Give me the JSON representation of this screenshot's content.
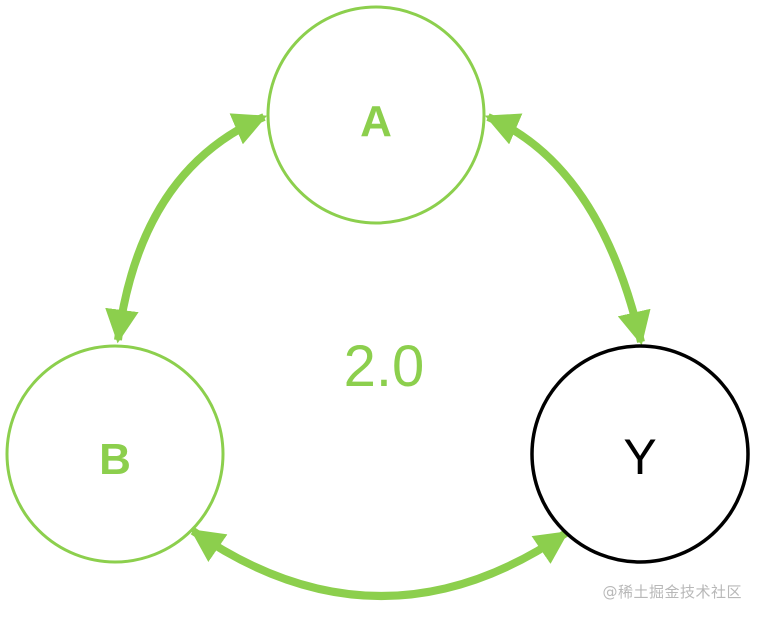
{
  "colors": {
    "green": "#8ccf4d",
    "black": "#000000",
    "watermark": "#b8b8b8"
  },
  "nodes": {
    "a": {
      "label": "A"
    },
    "b": {
      "label": "B"
    },
    "y": {
      "label": "Y"
    }
  },
  "center_label": "2.0",
  "watermark": "@稀土掘金技术社区"
}
